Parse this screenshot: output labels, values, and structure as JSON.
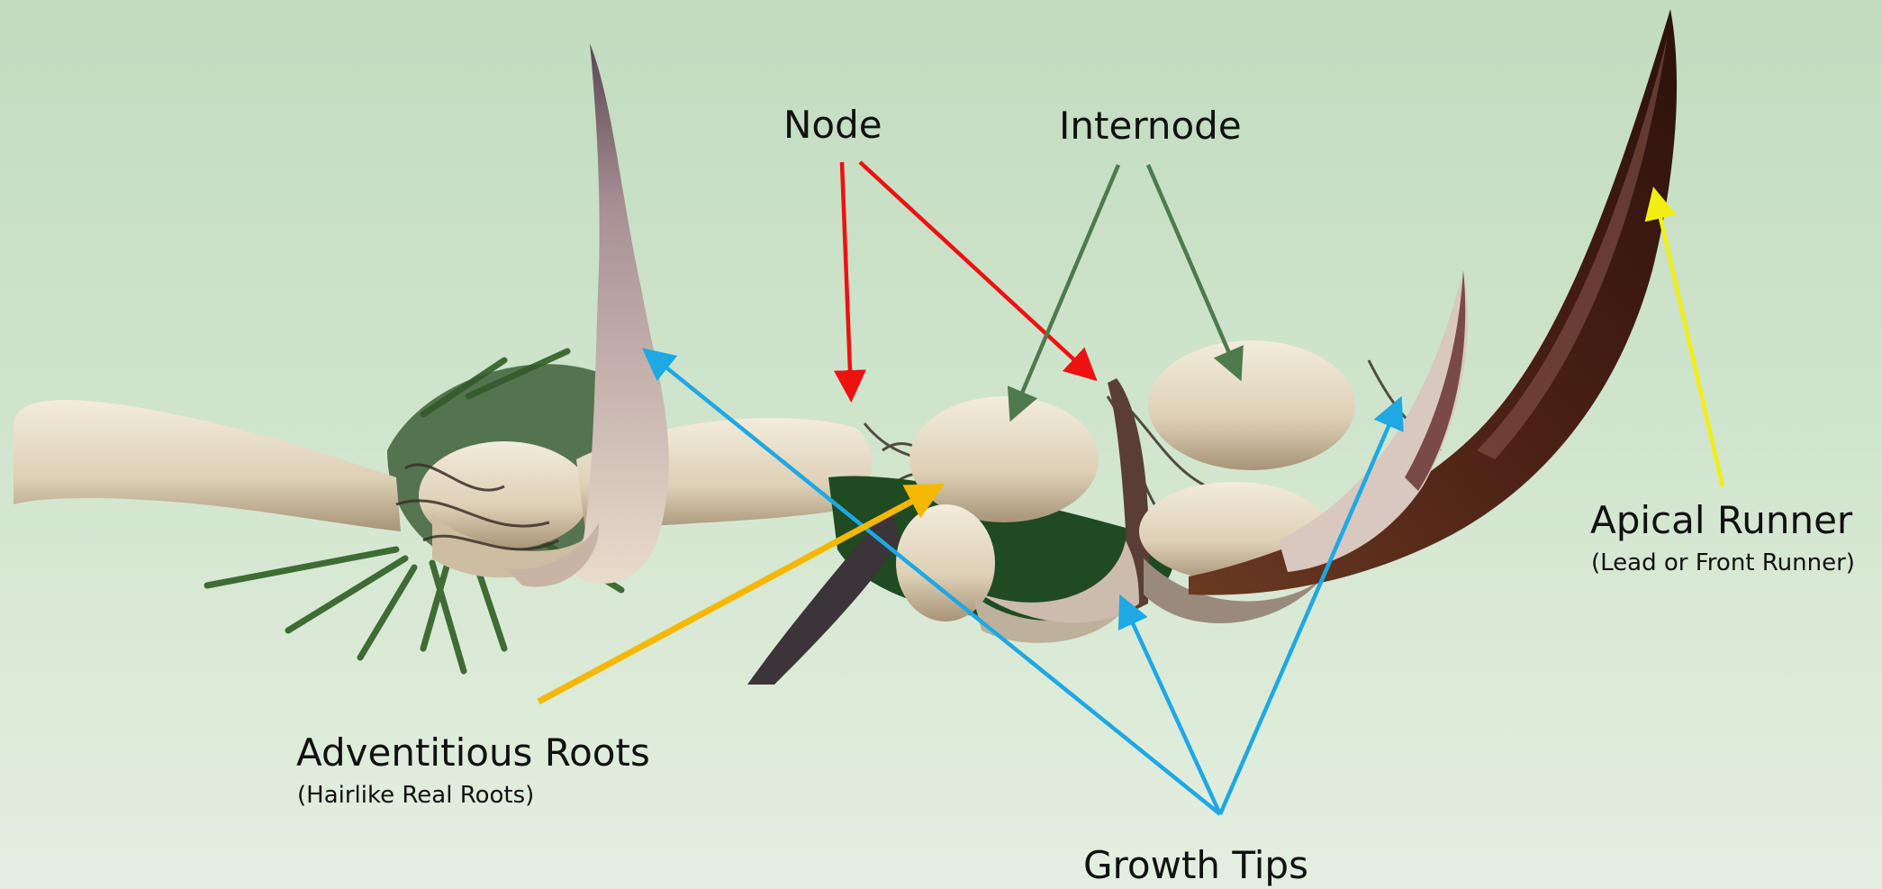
{
  "labels": {
    "node": "Node",
    "internode": "Internode",
    "apical_runner": "Apical Runner",
    "apical_runner_sub": "(Lead or Front Runner)",
    "adventitious_roots": "Adventitious Roots",
    "adventitious_roots_sub": "(Hairlike Real Roots)",
    "growth_tips": "Growth Tips"
  },
  "colors": {
    "node_arrow": "#ee1111",
    "internode_arrow": "#4e7a4e",
    "growth_tip_arrow": "#1ea8e4",
    "root_arrow": "#f5b800",
    "runner_arrow": "#f2ee14",
    "background_top": "#c2dcc0",
    "background_bottom": "#e3eee0"
  }
}
